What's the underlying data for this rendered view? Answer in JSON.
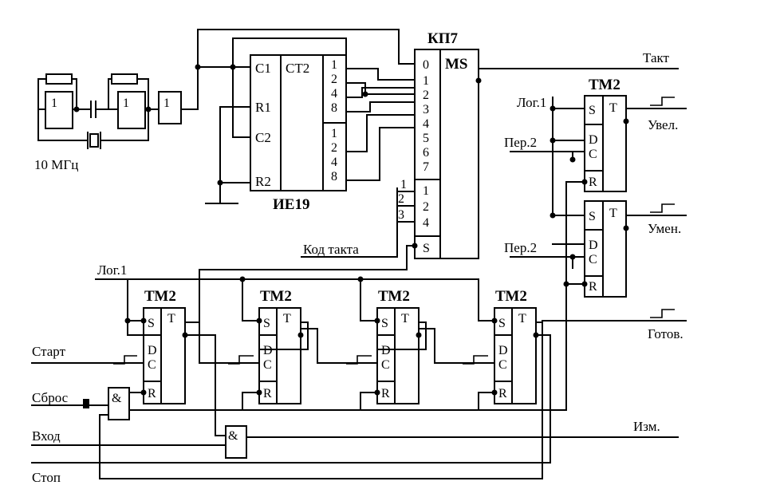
{
  "chips": {
    "counter": {
      "name": "ИЕ19",
      "type": "СТ2",
      "pins_left": [
        "C1",
        "R1",
        "C2",
        "R2"
      ],
      "pins_right_a": [
        "1",
        "2",
        "4",
        "8"
      ],
      "pins_right_b": [
        "1",
        "2",
        "4",
        "8"
      ]
    },
    "mux": {
      "name": "КП7",
      "type": "MS",
      "inputs": [
        "0",
        "1",
        "2",
        "3",
        "4",
        "5",
        "6",
        "7"
      ],
      "address": [
        "1",
        "2",
        "4"
      ],
      "strobe": "S",
      "bus_marks": [
        "1",
        "2",
        "3"
      ]
    },
    "flipflop": {
      "name": "ТМ2",
      "pins": [
        "S",
        "D",
        "C",
        "R"
      ],
      "output": "T"
    }
  },
  "gates": {
    "inverter": "1",
    "and": "&"
  },
  "oscillator": {
    "freq": "10 МГц"
  },
  "signals": {
    "takt": "Такт",
    "log1_right": "Лог.1",
    "per2_a": "Пер.2",
    "per2_b": "Пер.2",
    "uvel": "Увел.",
    "umen": "Умен.",
    "gotov": "Готов.",
    "kod_takta": "Код такта",
    "log1_left": "Лог.1",
    "start": "Старт",
    "sbros": "Сброс",
    "vhod": "Вход",
    "stop": "Стоп",
    "izm": "Изм."
  }
}
